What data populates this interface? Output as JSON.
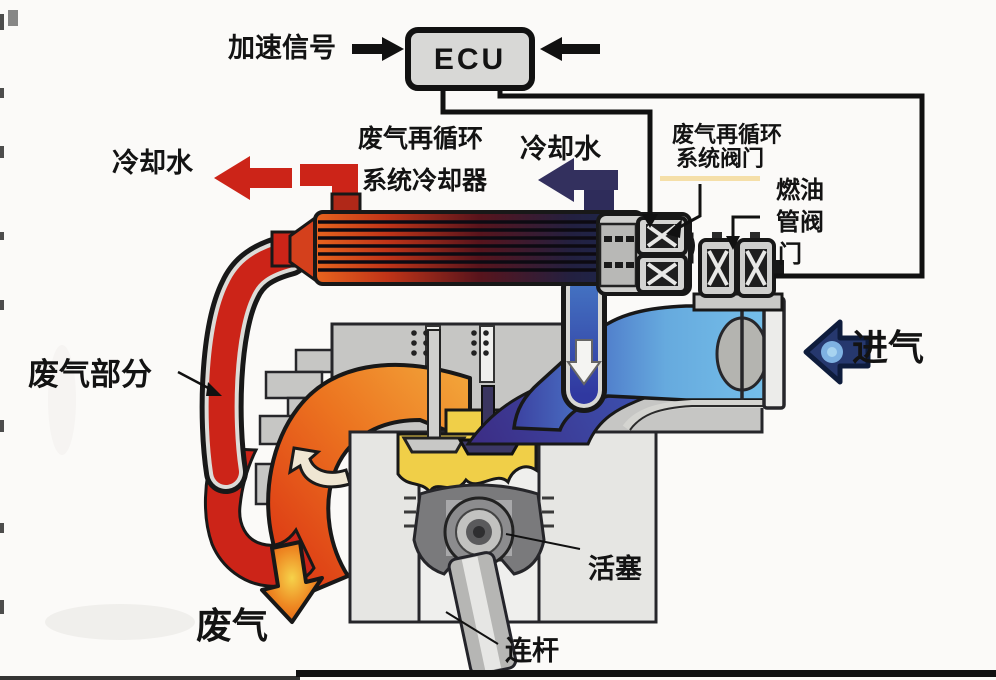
{
  "diagram": {
    "type": "engine-egr-system-schematic",
    "ecu": {
      "label": "ECU"
    },
    "labels": {
      "accel_signal": "加速信号",
      "egr_cooler_line1": "废气再循环",
      "egr_cooler_line2": "系统冷却器",
      "coolant_left": "冷却水",
      "coolant_mid": "冷却水",
      "egr_valve_line1": "废气再循环",
      "egr_valve_line2": "系统阀门",
      "fuel_valve_line1": "燃油",
      "fuel_valve_line2": "管阀",
      "fuel_valve_line3": "门",
      "intake": "进气",
      "exhaust_portion": "废气部分",
      "exhaust_out": "废气",
      "piston": "活塞",
      "connecting_rod": "连杆"
    },
    "colors": {
      "ecu_gray": "#d8d8d6",
      "label_red": "#e2472a",
      "underline_tan": "#f5dfa8",
      "hot_red": "#cc2418",
      "coolant_navy": "#33305e",
      "intake_blue": "#72c0ea",
      "runner_blue": "#3a3a9e",
      "block_gray": "#c6c6c4",
      "combustion_yellow": "#f0cf48",
      "manifold_orange": "#ec7420",
      "intake_arrow_navy": "#26386e"
    }
  }
}
